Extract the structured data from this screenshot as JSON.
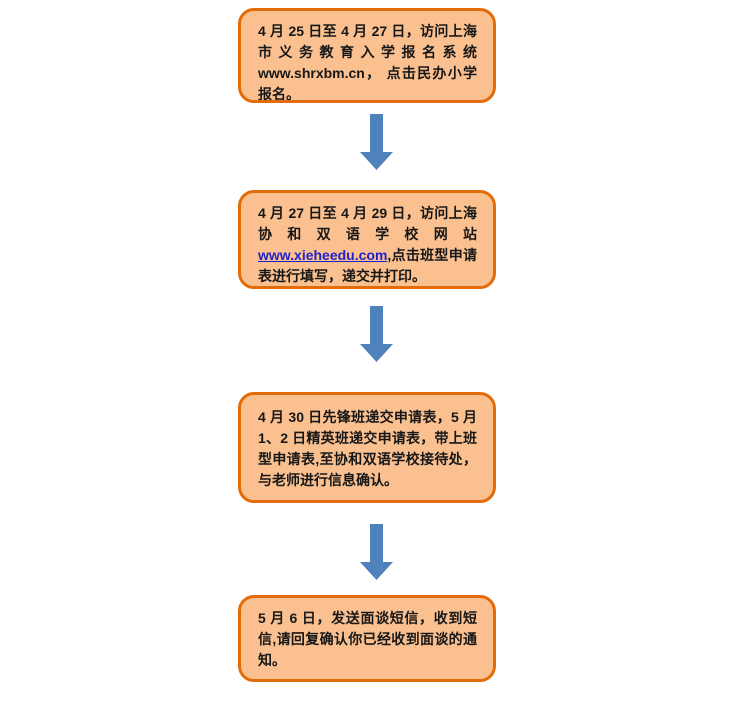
{
  "colors": {
    "box_fill": "#FAC090",
    "box_border": "#E36C0A",
    "arrow_blue": "#4F81BD",
    "link_blue": "#2222CC",
    "text": "#171717",
    "page_background": "#FFFFFF"
  },
  "flowchart": {
    "steps": [
      {
        "text": "4 月 25 日至 4 月 27 日，访问上海市义务教育入学报名系统 www.shrxbm.cn， 点击民办小学报名。"
      },
      {
        "pre": "4 月 27 日至 4 月 29 日，访问上海协和双语学校网站 ",
        "link": "www.xieheedu.com",
        "post": ",点击班型申请表进行填写，递交并打印。"
      },
      {
        "text": "4 月 30 日先锋班递交申请表，5 月 1、2 日精英班递交申请表，带上班型申请表,至协和双语学校接待处，与老师进行信息确认。"
      },
      {
        "text": "5 月 6 日，发送面谈短信，收到短信,请回复确认你已经收到面谈的通知。"
      }
    ],
    "arrow_icon": "down-arrow"
  }
}
